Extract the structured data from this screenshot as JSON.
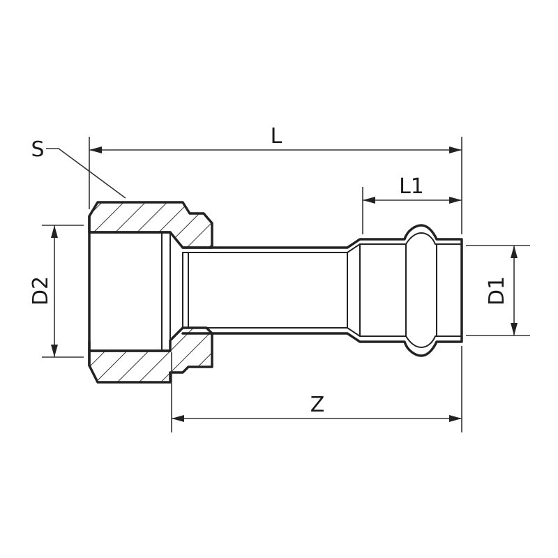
{
  "diagram": {
    "labels": {
      "overall_length": "L",
      "press_length": "L1",
      "thread_diameter": "D2",
      "pipe_diameter": "D1",
      "face_to_end_length": "Z",
      "wrench_size": "S"
    }
  }
}
